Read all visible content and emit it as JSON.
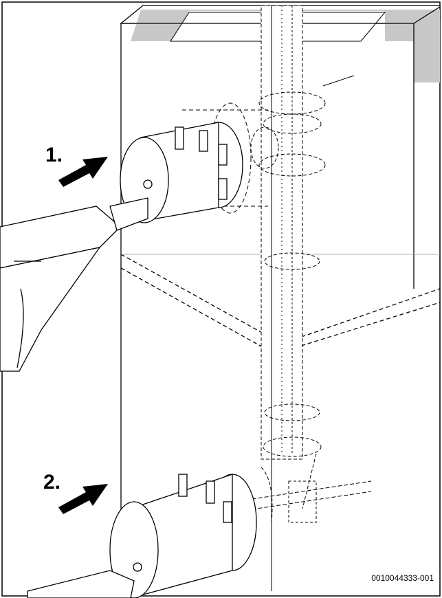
{
  "steps": {
    "step1": "1.",
    "step2": "2."
  },
  "figure_id": "0010044333-001",
  "colors": {
    "line": "#000000",
    "shaft_grey": "#c8c8c8",
    "arrow": "#000000",
    "background": "#ffffff"
  },
  "icons": {
    "arrow": "push-arrow-icon",
    "drill": "drill-icon"
  }
}
